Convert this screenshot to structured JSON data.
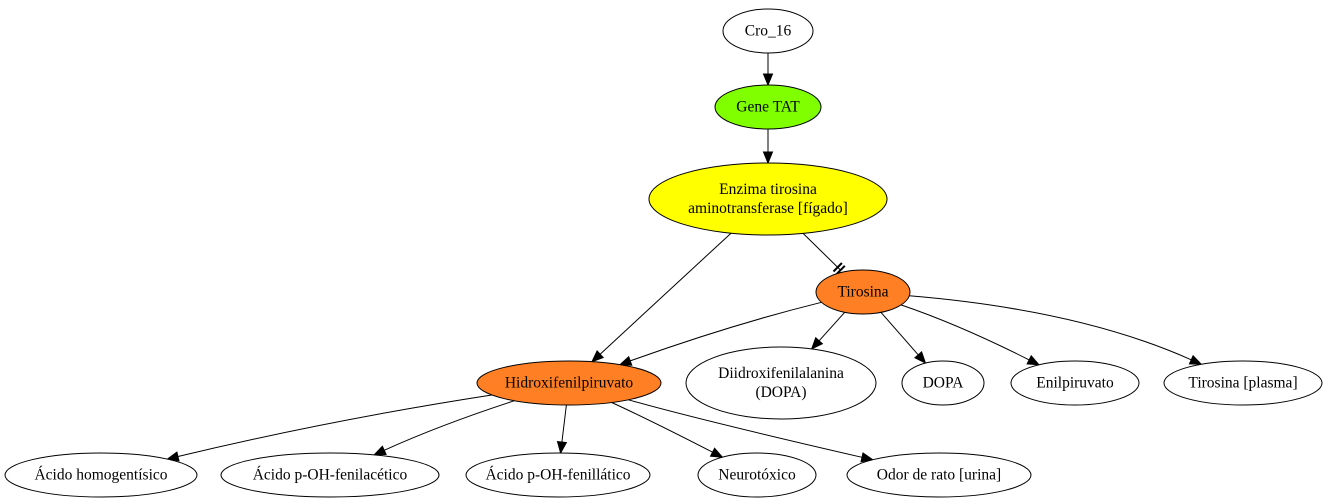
{
  "diagram": {
    "colors": {
      "default_fill": "#ffffff",
      "gene": "#7fff00",
      "enzyme": "#ffff00",
      "metabolite": "#ff7f24",
      "stroke": "#000000"
    },
    "nodes": [
      {
        "id": "cro16",
        "lines": [
          "Cro_16"
        ],
        "fill": "#ffffff"
      },
      {
        "id": "gene_tat",
        "lines": [
          "Gene TAT"
        ],
        "fill": "#7fff00"
      },
      {
        "id": "enzyme",
        "lines": [
          "Enzima tirosina",
          "aminotransferase [fígado]"
        ],
        "fill": "#ffff00"
      },
      {
        "id": "tirosina",
        "lines": [
          "Tirosina"
        ],
        "fill": "#ff7f24"
      },
      {
        "id": "hidroxi",
        "lines": [
          "Hidroxifenilpiruvato"
        ],
        "fill": "#ff7f24"
      },
      {
        "id": "diidroxi",
        "lines": [
          "Diidroxifenilalanina",
          "(DOPA)"
        ],
        "fill": "#ffffff"
      },
      {
        "id": "dopa",
        "lines": [
          "DOPA"
        ],
        "fill": "#ffffff"
      },
      {
        "id": "enilpiruvato",
        "lines": [
          "Enilpiruvato"
        ],
        "fill": "#ffffff"
      },
      {
        "id": "tirosina_plasma",
        "lines": [
          "Tirosina [plasma]"
        ],
        "fill": "#ffffff"
      },
      {
        "id": "acido_homo",
        "lines": [
          "Ácido homogentísico"
        ],
        "fill": "#ffffff"
      },
      {
        "id": "acido_feniac",
        "lines": [
          "Ácido p-OH-fenilacético"
        ],
        "fill": "#ffffff"
      },
      {
        "id": "acido_fenila",
        "lines": [
          "Ácido p-OH-fenillático"
        ],
        "fill": "#ffffff"
      },
      {
        "id": "neurotoxico",
        "lines": [
          "Neurotóxico"
        ],
        "fill": "#ffffff"
      },
      {
        "id": "odor",
        "lines": [
          "Odor de rato [urina]"
        ],
        "fill": "#ffffff"
      }
    ],
    "edges": [
      {
        "from": "cro16",
        "to": "gene_tat",
        "type": "activates"
      },
      {
        "from": "gene_tat",
        "to": "enzyme",
        "type": "activates"
      },
      {
        "from": "enzyme",
        "to": "tirosina",
        "type": "inhibits"
      },
      {
        "from": "enzyme",
        "to": "hidroxi",
        "type": "activates"
      },
      {
        "from": "tirosina",
        "to": "hidroxi",
        "type": "activates"
      },
      {
        "from": "tirosina",
        "to": "diidroxi",
        "type": "activates"
      },
      {
        "from": "tirosina",
        "to": "dopa",
        "type": "activates"
      },
      {
        "from": "tirosina",
        "to": "enilpiruvato",
        "type": "activates"
      },
      {
        "from": "tirosina",
        "to": "tirosina_plasma",
        "type": "activates"
      },
      {
        "from": "hidroxi",
        "to": "acido_homo",
        "type": "activates"
      },
      {
        "from": "hidroxi",
        "to": "acido_feniac",
        "type": "activates"
      },
      {
        "from": "hidroxi",
        "to": "acido_fenila",
        "type": "activates"
      },
      {
        "from": "hidroxi",
        "to": "neurotoxico",
        "type": "activates"
      },
      {
        "from": "hidroxi",
        "to": "odor",
        "type": "activates"
      }
    ]
  }
}
